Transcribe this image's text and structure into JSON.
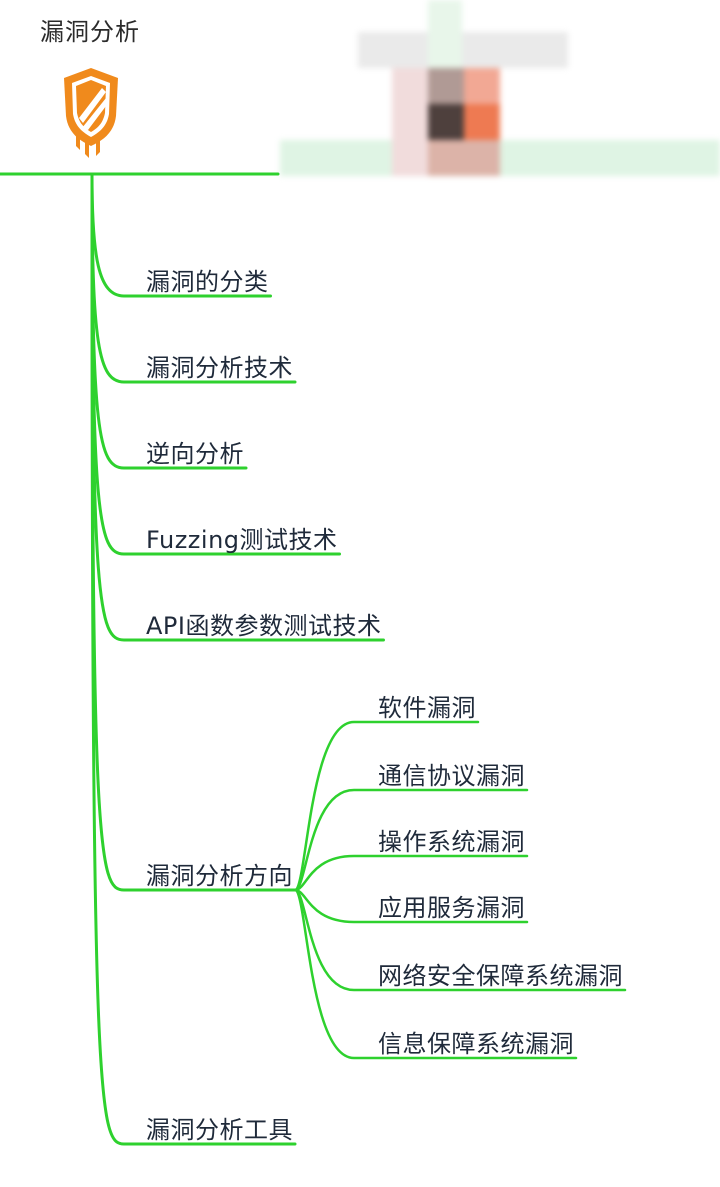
{
  "title": "漏洞分析",
  "logo_icon": "shield-meltdown-icon",
  "line_color": "#2ed12e",
  "branches": [
    {
      "label": "漏洞的分类"
    },
    {
      "label": "漏洞分析技术"
    },
    {
      "label": "逆向分析"
    },
    {
      "label": "Fuzzing测试技术"
    },
    {
      "label": "API函数参数测试技术"
    },
    {
      "label": "漏洞分析方向",
      "children": [
        {
          "label": "软件漏洞"
        },
        {
          "label": "通信协议漏洞"
        },
        {
          "label": "操作系统漏洞"
        },
        {
          "label": "应用服务漏洞"
        },
        {
          "label": "网络安全保障系统漏洞"
        },
        {
          "label": "信息保障系统漏洞"
        }
      ]
    },
    {
      "label": "漏洞分析工具"
    }
  ]
}
